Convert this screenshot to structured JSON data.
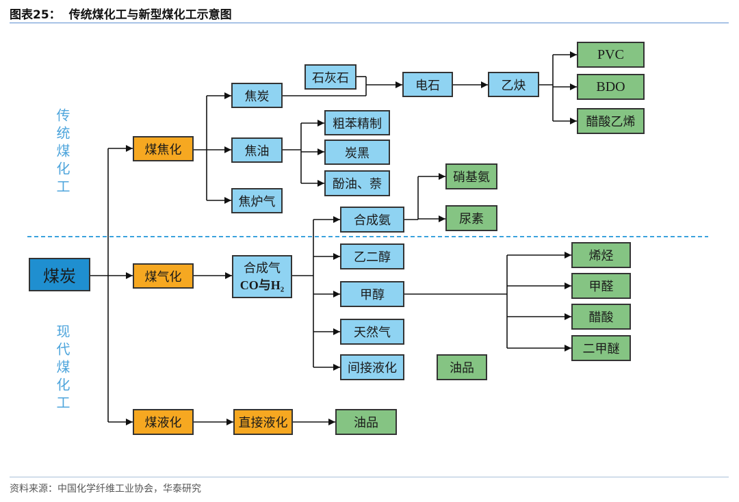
{
  "header": {
    "figure_number": "图表25：",
    "title": "传统煤化工与新型煤化工示意图"
  },
  "side_labels": {
    "traditional": "传统煤化工",
    "modern": "现代煤化工"
  },
  "nodes": {
    "coal": "煤炭",
    "coking": "煤焦化",
    "gasification": "煤气化",
    "liquefaction": "煤液化",
    "coke": "焦炭",
    "tar": "焦油",
    "coke_oven_gas": "焦炉气",
    "limestone": "石灰石",
    "calcium_carbide": "电石",
    "acetylene": "乙炔",
    "pvc": "PVC",
    "bdo": "BDO",
    "vinyl_acetate": "醋酸乙烯",
    "crude_benzene": "粗苯精制",
    "carbon_black": "炭黑",
    "phenol_oil": "酚油、萘",
    "ammonia": "合成氨",
    "nitro_ammonia": "硝基氨",
    "urea": "尿素",
    "syngas": "合成气",
    "syngas_formula": "CO与H₂",
    "ethylene_glycol": "乙二醇",
    "methanol": "甲醇",
    "natural_gas": "天然气",
    "indirect_liquefaction": "间接液化",
    "oil_products_indirect": "油品",
    "olefins": "烯烃",
    "formaldehyde": "甲醛",
    "acetic_acid": "醋酸",
    "dme": "二甲醚",
    "direct_liquefaction": "直接液化",
    "oil_products_direct": "油品"
  },
  "colors": {
    "process_orange": "#f6a821",
    "intermediate_blue": "#8fd3f2",
    "product_green": "#85c483",
    "coal_blue": "#1f8fd0",
    "section_label_blue": "#4ea5dc",
    "divider_blue": "#3aa2dd",
    "rule_blue": "#5b8fd0",
    "footer_rule": "#a8bfd8"
  },
  "footer": {
    "source": "资料来源：中国化学纤维工业协会，华泰研究"
  }
}
